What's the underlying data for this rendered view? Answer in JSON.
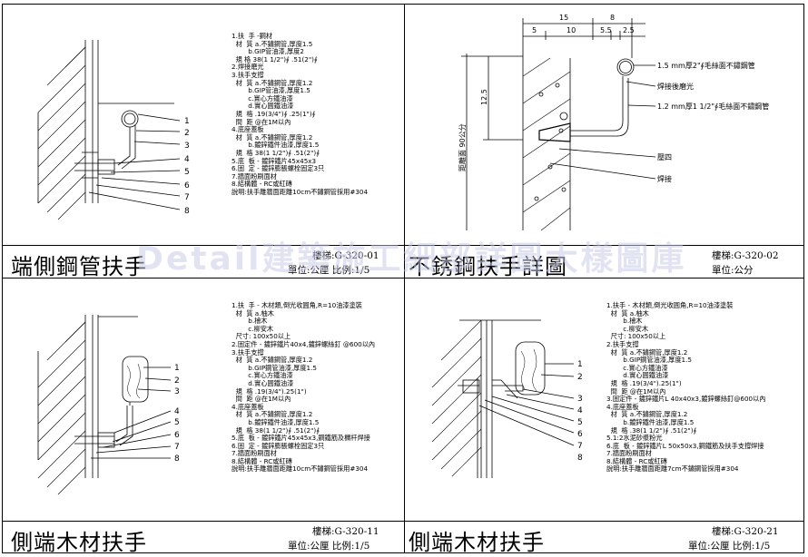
{
  "watermark": "Detail建築施工細部詳圖大樣圖庫",
  "panels": [
    {
      "title": "端側鋼管扶手",
      "code": "樓梯:G-320-01",
      "unit": "單位:公厘  比例:1/5",
      "notes": [
        "1.扶  手 -鋼材",
        "  材  質 a.不鏽鋼管,厚度1.5",
        "        b.GIP管油漆,厚度2",
        "  規 格 38(1 1/2\")∮ .51(2\")∮",
        "2.焊接磨光",
        "3.扶手支撐",
        "  材  質 a.不鏽鋼管,厚度1.2",
        "        b.GIP管油漆,厚度1.5",
        "        c.實心方鐵油漆",
        "        d.實心圓鐵油漆",
        "  規  格 .19(3/4\")∮ .25(1\")∮",
        "  間  距 @在1M以內",
        "4.底座蓋板",
        "  材  質 a.不鏽鋼管,厚度1.2",
        "        b.鍍鋅鐵件油漆,厚度1.5",
        "  規  格 38(1 1/2\")∮ .51(2\")∮",
        "5.底  板 - 鍍鋅鐵片45x45x3",
        "6.固  定 - 鍍鋅膨脹螺栓固定3只",
        "7.牆面粉刷面材",
        "8.結構體 - RC或紅磚",
        "說明:扶手離牆面距離10cm不鏽鋼管採用#304"
      ],
      "callouts": [
        "1",
        "2",
        "3",
        "4",
        "5",
        "6",
        "7",
        "8"
      ]
    },
    {
      "title": "不銹鋼扶手詳圖",
      "code": "樓梯:G-320-02",
      "unit": "單位:公分",
      "dims": [
        "15",
        "8",
        "5",
        "10",
        "5.5",
        "2.5",
        "12.5",
        "距離面 90公分"
      ],
      "labels": [
        "1.5 mm厚2\"∮毛絲面不鏽鋼管",
        "焊接後磨光",
        "1.2 mm厚1 1/2\"∮毛絲面不鏽鋼管",
        "壓四",
        "焊接"
      ]
    },
    {
      "title": "側端木材扶手",
      "code": "樓梯:G-320-11",
      "unit": "單位:公厘  比例:1/5",
      "notes": [
        "1.扶  手 - 木材類,倒光收圓角,R=10油漆塗裝",
        "  材  質 a.柚木",
        "        b.檜木",
        "        c.柳安木",
        "  尺寸: 100x50以上",
        "2.固定件 - 鍍鋅鐵片40x4,鍍鋅螺絲釘 @600以內",
        "3.扶手支撐",
        "  材  質 a.不鏽鋼管,厚度1.2",
        "        b.GIP鋼管油漆,厚度1.5",
        "        c.實心方鐵油漆",
        "        d.實心圓鐵油漆",
        "  規  格 .19(3/4\").25(1\")",
        "  間  距 @在1M以內",
        "4.底座蓋板",
        "  材  質 a.不鏽鋼管,厚度1.2",
        "        b.鍍鋅鐵件油漆,厚度1.5",
        "  規  格 38(1 1/2\")∮ .51(2\")∮",
        "5.底  板 - 鍍鋅鐵片45x45x3,鋼鐵筋及欄杆焊接",
        "6.固  定 - 鍍鋅膨脹螺栓固定3只",
        "7.牆面粉刷面材",
        "8.結構體 - RC或紅磚",
        "說明:扶手離牆面距離10cm不鏽鋼管採用#304"
      ],
      "callouts": [
        "1",
        "2",
        "3",
        "4",
        "5",
        "6",
        "7",
        "8"
      ]
    },
    {
      "title": "側端木材扶手",
      "code": "樓梯:G-320-21",
      "unit": "單位:公厘  比例:1/5",
      "notes": [
        "1.扶手 - 木材類,倒光收圓角,R=10油漆塗裝",
        "  材  質 a.柚木",
        "        b.檜木",
        "        c.柳安木",
        "  尺寸: 100x50以上",
        "2.扶手支撐",
        "  材  質 a.不鏽鋼管,厚度1.2",
        "        b.GIP鋼管油漆,厚度1.5",
        "        c.實心方鐵油漆",
        "        d.實心圓鐵油漆",
        "  規  格 .19(3/4\").25(1\")",
        "  間  距 @在1M以內",
        "3.固定件 - 鍍鋅鐵片L 40x40x3,鍍鋅螺絲釘@600以內",
        "4.底座蓋板",
        "  材  質 a.不鏽鋼管,厚度1.2",
        "        b.鍍鋅鐵件油漆,厚度1.5",
        "  規  格 .38(1 1/2\")∮ .51(2\")∮",
        "5.1:2水泥砂漿粉光",
        "6.底  板 - 鍍鋅鐵片L 50x50x3,鋼鐵筋及扶手支撐焊接",
        "7.牆面粉刷面材",
        "8.結構體 - RC或紅磚",
        "說明:扶手離牆面距離7cm不鏽鋼管採用#304"
      ],
      "callouts": [
        "1",
        "2",
        "3",
        "4",
        "5",
        "6",
        "7",
        "8"
      ]
    }
  ]
}
